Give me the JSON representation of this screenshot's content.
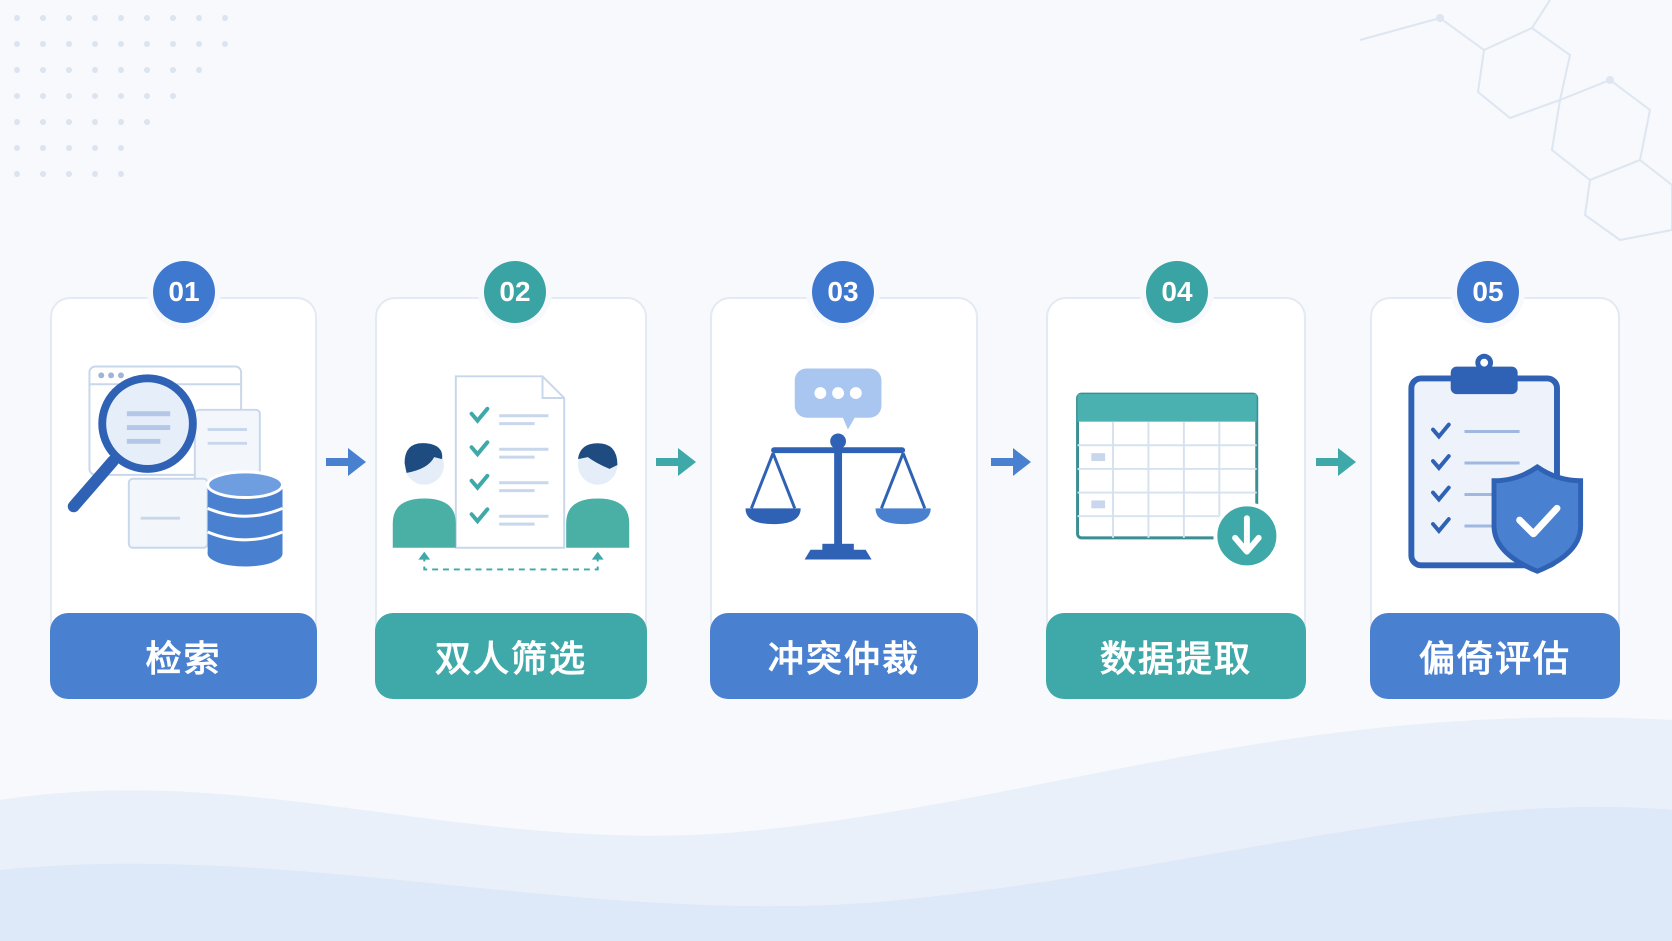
{
  "colors": {
    "blue": "#4a80d0",
    "teal": "#3fa8a8",
    "card_border": "#e4eaf3",
    "background": "#f7f9fc"
  },
  "steps": [
    {
      "number": "01",
      "label": "检索",
      "icon": "search-database-icon",
      "theme": "blue"
    },
    {
      "number": "02",
      "label": "双人筛选",
      "icon": "dual-reviewer-screening-icon",
      "theme": "teal"
    },
    {
      "number": "03",
      "label": "冲突仲裁",
      "icon": "balance-scale-icon",
      "theme": "blue"
    },
    {
      "number": "04",
      "label": "数据提取",
      "icon": "table-download-icon",
      "theme": "teal"
    },
    {
      "number": "05",
      "label": "偏倚评估",
      "icon": "clipboard-shield-icon",
      "theme": "blue"
    }
  ],
  "connectors": [
    {
      "icon": "arrow-right-icon",
      "color": "blue"
    },
    {
      "icon": "arrow-right-icon",
      "color": "teal"
    },
    {
      "icon": "arrow-right-icon",
      "color": "blue"
    },
    {
      "icon": "arrow-right-icon",
      "color": "teal"
    }
  ]
}
